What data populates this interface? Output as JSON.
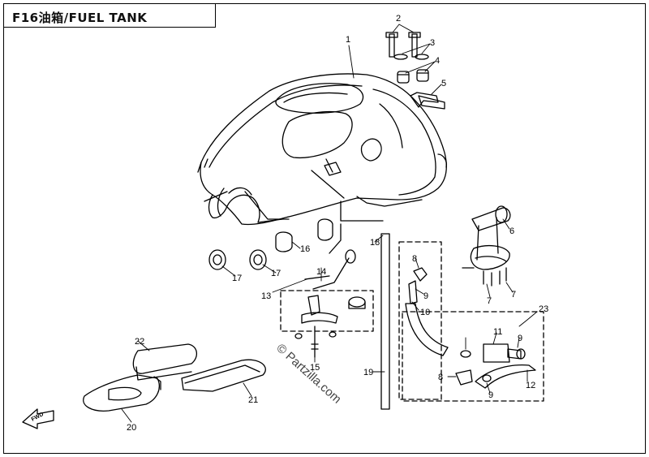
{
  "title": "F16油箱/FUEL  TANK",
  "watermark": "© Partzilla.com",
  "fwd_badge": "FWD",
  "callouts": [
    "1",
    "2",
    "3",
    "4",
    "5",
    "6",
    "7",
    "7",
    "8",
    "9",
    "10",
    "11",
    "9",
    "8",
    "9",
    "12",
    "23",
    "13",
    "14",
    "15",
    "16",
    "17",
    "17",
    "18",
    "19",
    "20",
    "21",
    "22"
  ]
}
